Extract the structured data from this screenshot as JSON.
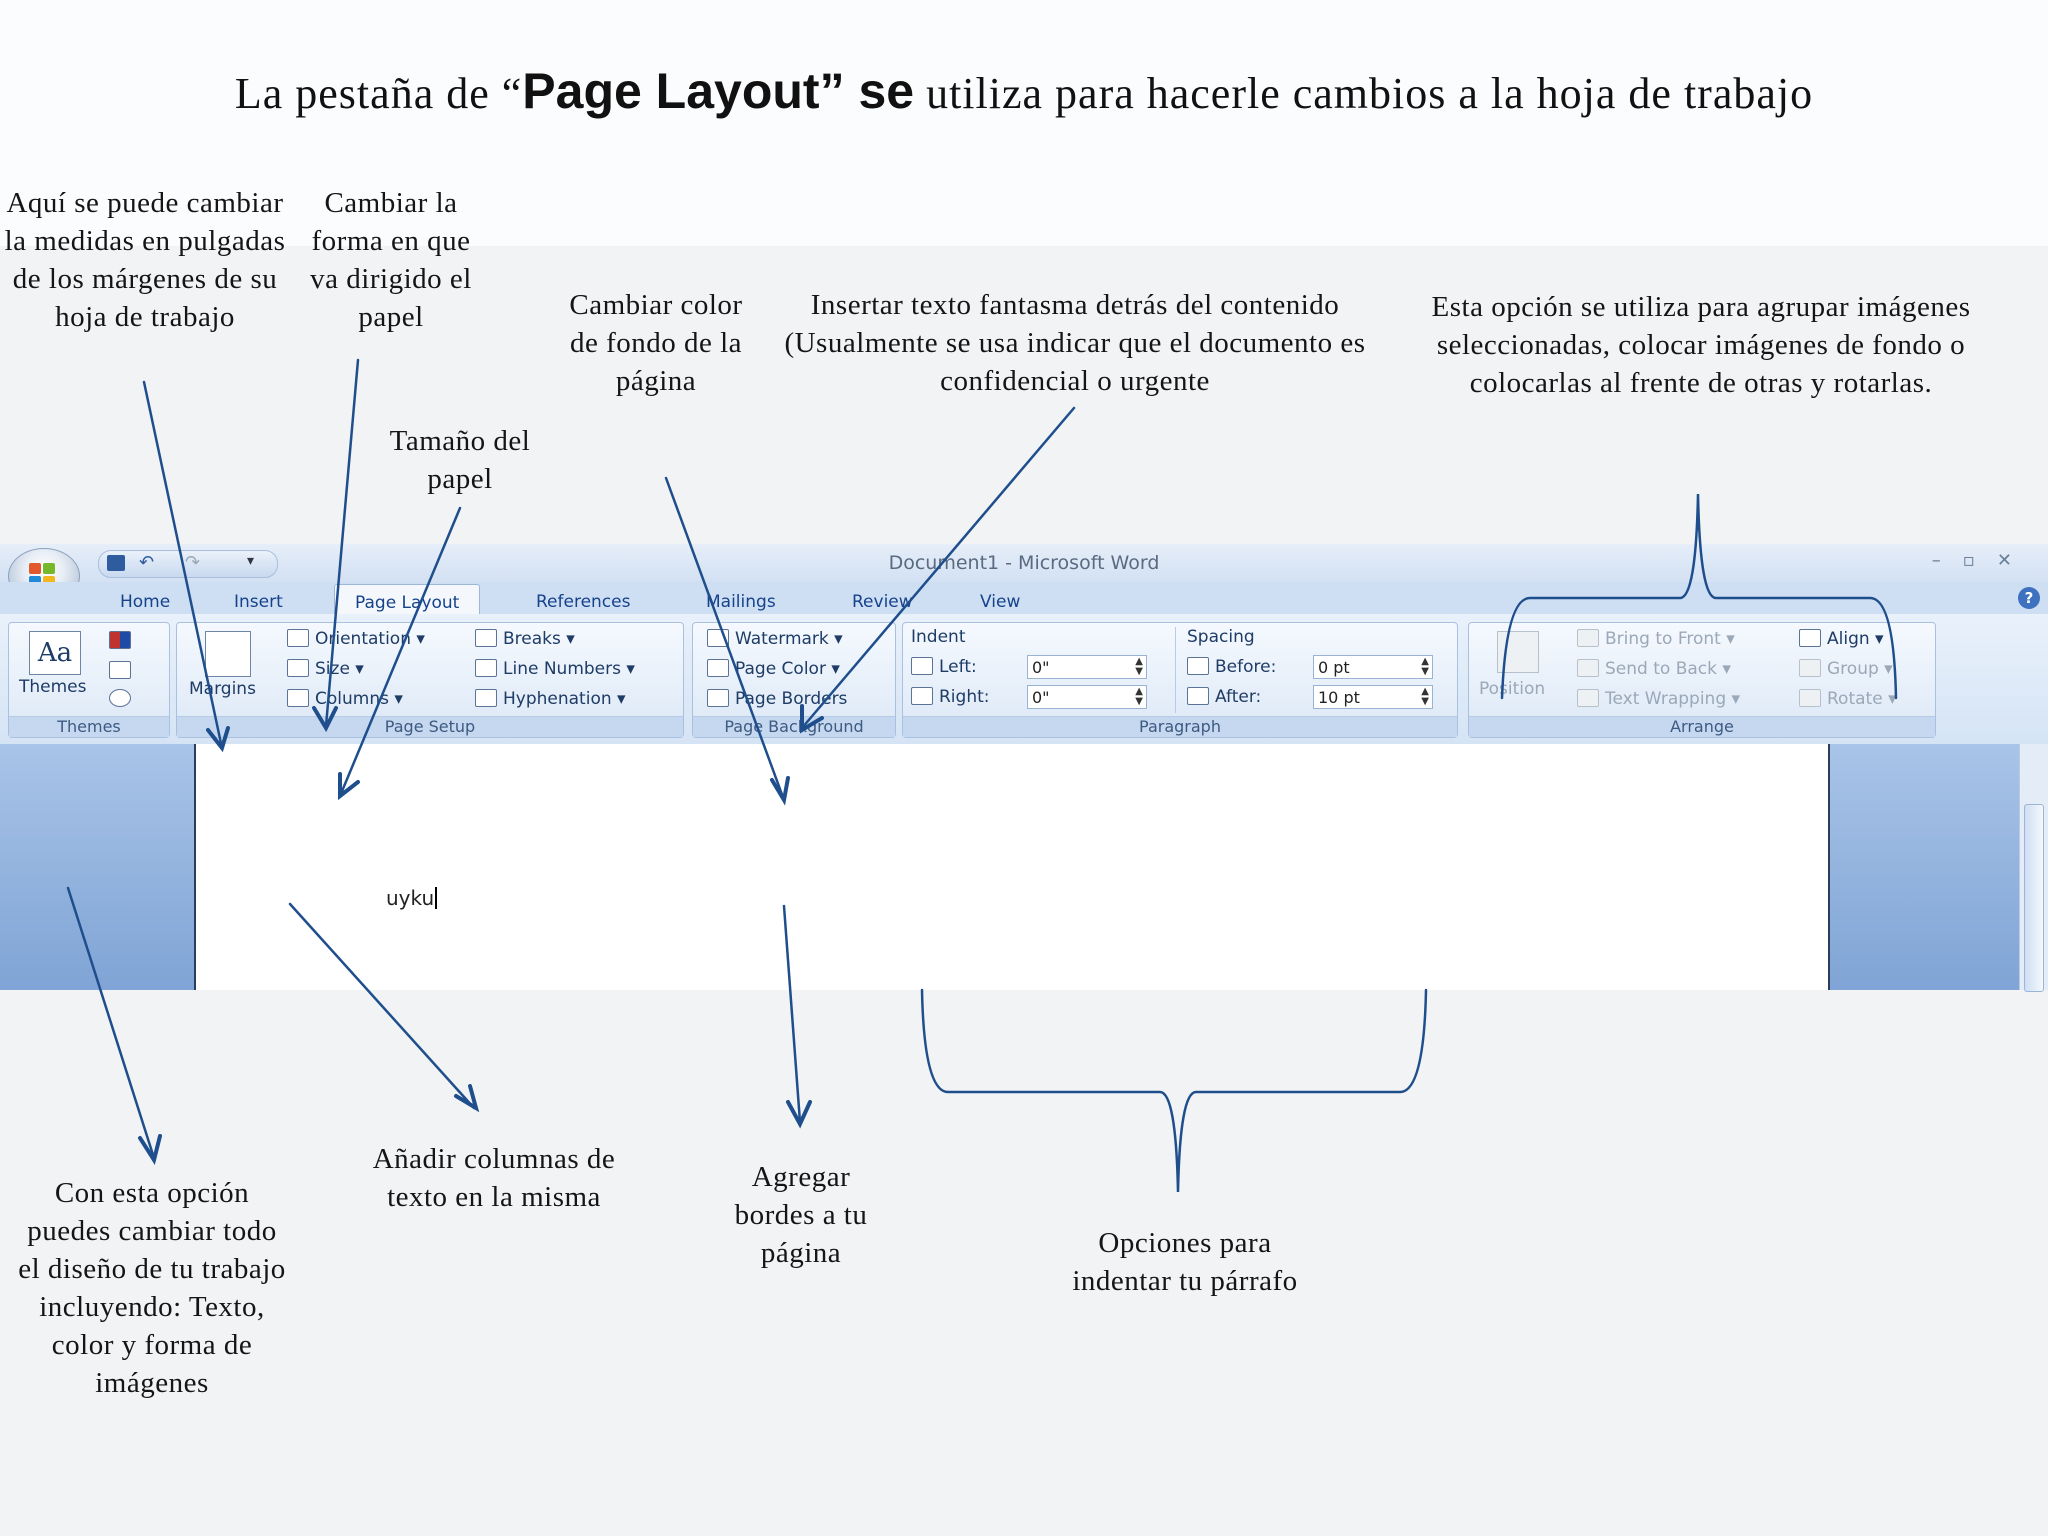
{
  "slide": {
    "title_pre": "La pestaña de “",
    "title_strong": "Page  Layout” se",
    "title_post": " utiliza  para hacerle cambios a la hoja de trabajo"
  },
  "notes": {
    "margins": "Aquí se puede cambiar la medidas en pulgadas de los márgenes de su hoja de trabajo",
    "orientation": "Cambiar la forma en que va dirigido el papel",
    "size": "Tamaño del papel",
    "page_color": "Cambiar color de fondo de la página",
    "watermark": "Insertar texto fantasma detrás del contenido (Usualmente se usa  indicar  que el documento es confidencial o urgente",
    "arrange": "Esta  opción  se utiliza para agrupar imágenes seleccionadas,  colocar imágenes de fondo o  colocarlas  al frente de otras y rotarlas.",
    "themes": "Con  esta opción puedes cambiar todo el diseño de tu trabajo incluyendo: Texto,  color  y forma de imágenes",
    "columns": "Añadir columnas de texto en la misma",
    "borders": "Agregar bordes a tu página",
    "indent": "Opciones para indentar tu párrafo"
  },
  "word": {
    "window_title": "Document1 - Microsoft Word",
    "tabs": [
      "Home",
      "Insert",
      "Page Layout",
      "References",
      "Mailings",
      "Review",
      "View"
    ],
    "active_tab": "Page Layout",
    "groups": {
      "themes": {
        "label": "Themes",
        "button": "Themes"
      },
      "page_setup": {
        "label": "Page Setup",
        "margins": "Margins",
        "orientation": "Orientation",
        "size": "Size",
        "columns": "Columns",
        "breaks": "Breaks",
        "line_numbers": "Line Numbers",
        "hyphenation": "Hyphenation"
      },
      "page_background": {
        "label": "Page Background",
        "watermark": "Watermark",
        "page_color": "Page Color",
        "page_borders": "Page Borders"
      },
      "paragraph": {
        "label": "Paragraph",
        "indent_heading": "Indent",
        "left_label": "Left:",
        "left_value": "0\"",
        "right_label": "Right:",
        "right_value": "0\"",
        "spacing_heading": "Spacing",
        "before_label": "Before:",
        "before_value": "0 pt",
        "after_label": "After:",
        "after_value": "10 pt"
      },
      "arrange": {
        "label": "Arrange",
        "position": "Position",
        "bring_to_front": "Bring to Front",
        "send_to_back": "Send to Back",
        "text_wrapping": "Text Wrapping",
        "align": "Align",
        "group": "Group",
        "rotate": "Rotate"
      }
    },
    "document_text": "uyku",
    "colors": {
      "ribbon": "#dce8f6",
      "tab_text": "#15428b",
      "arrow": "#1f4e8c"
    }
  }
}
